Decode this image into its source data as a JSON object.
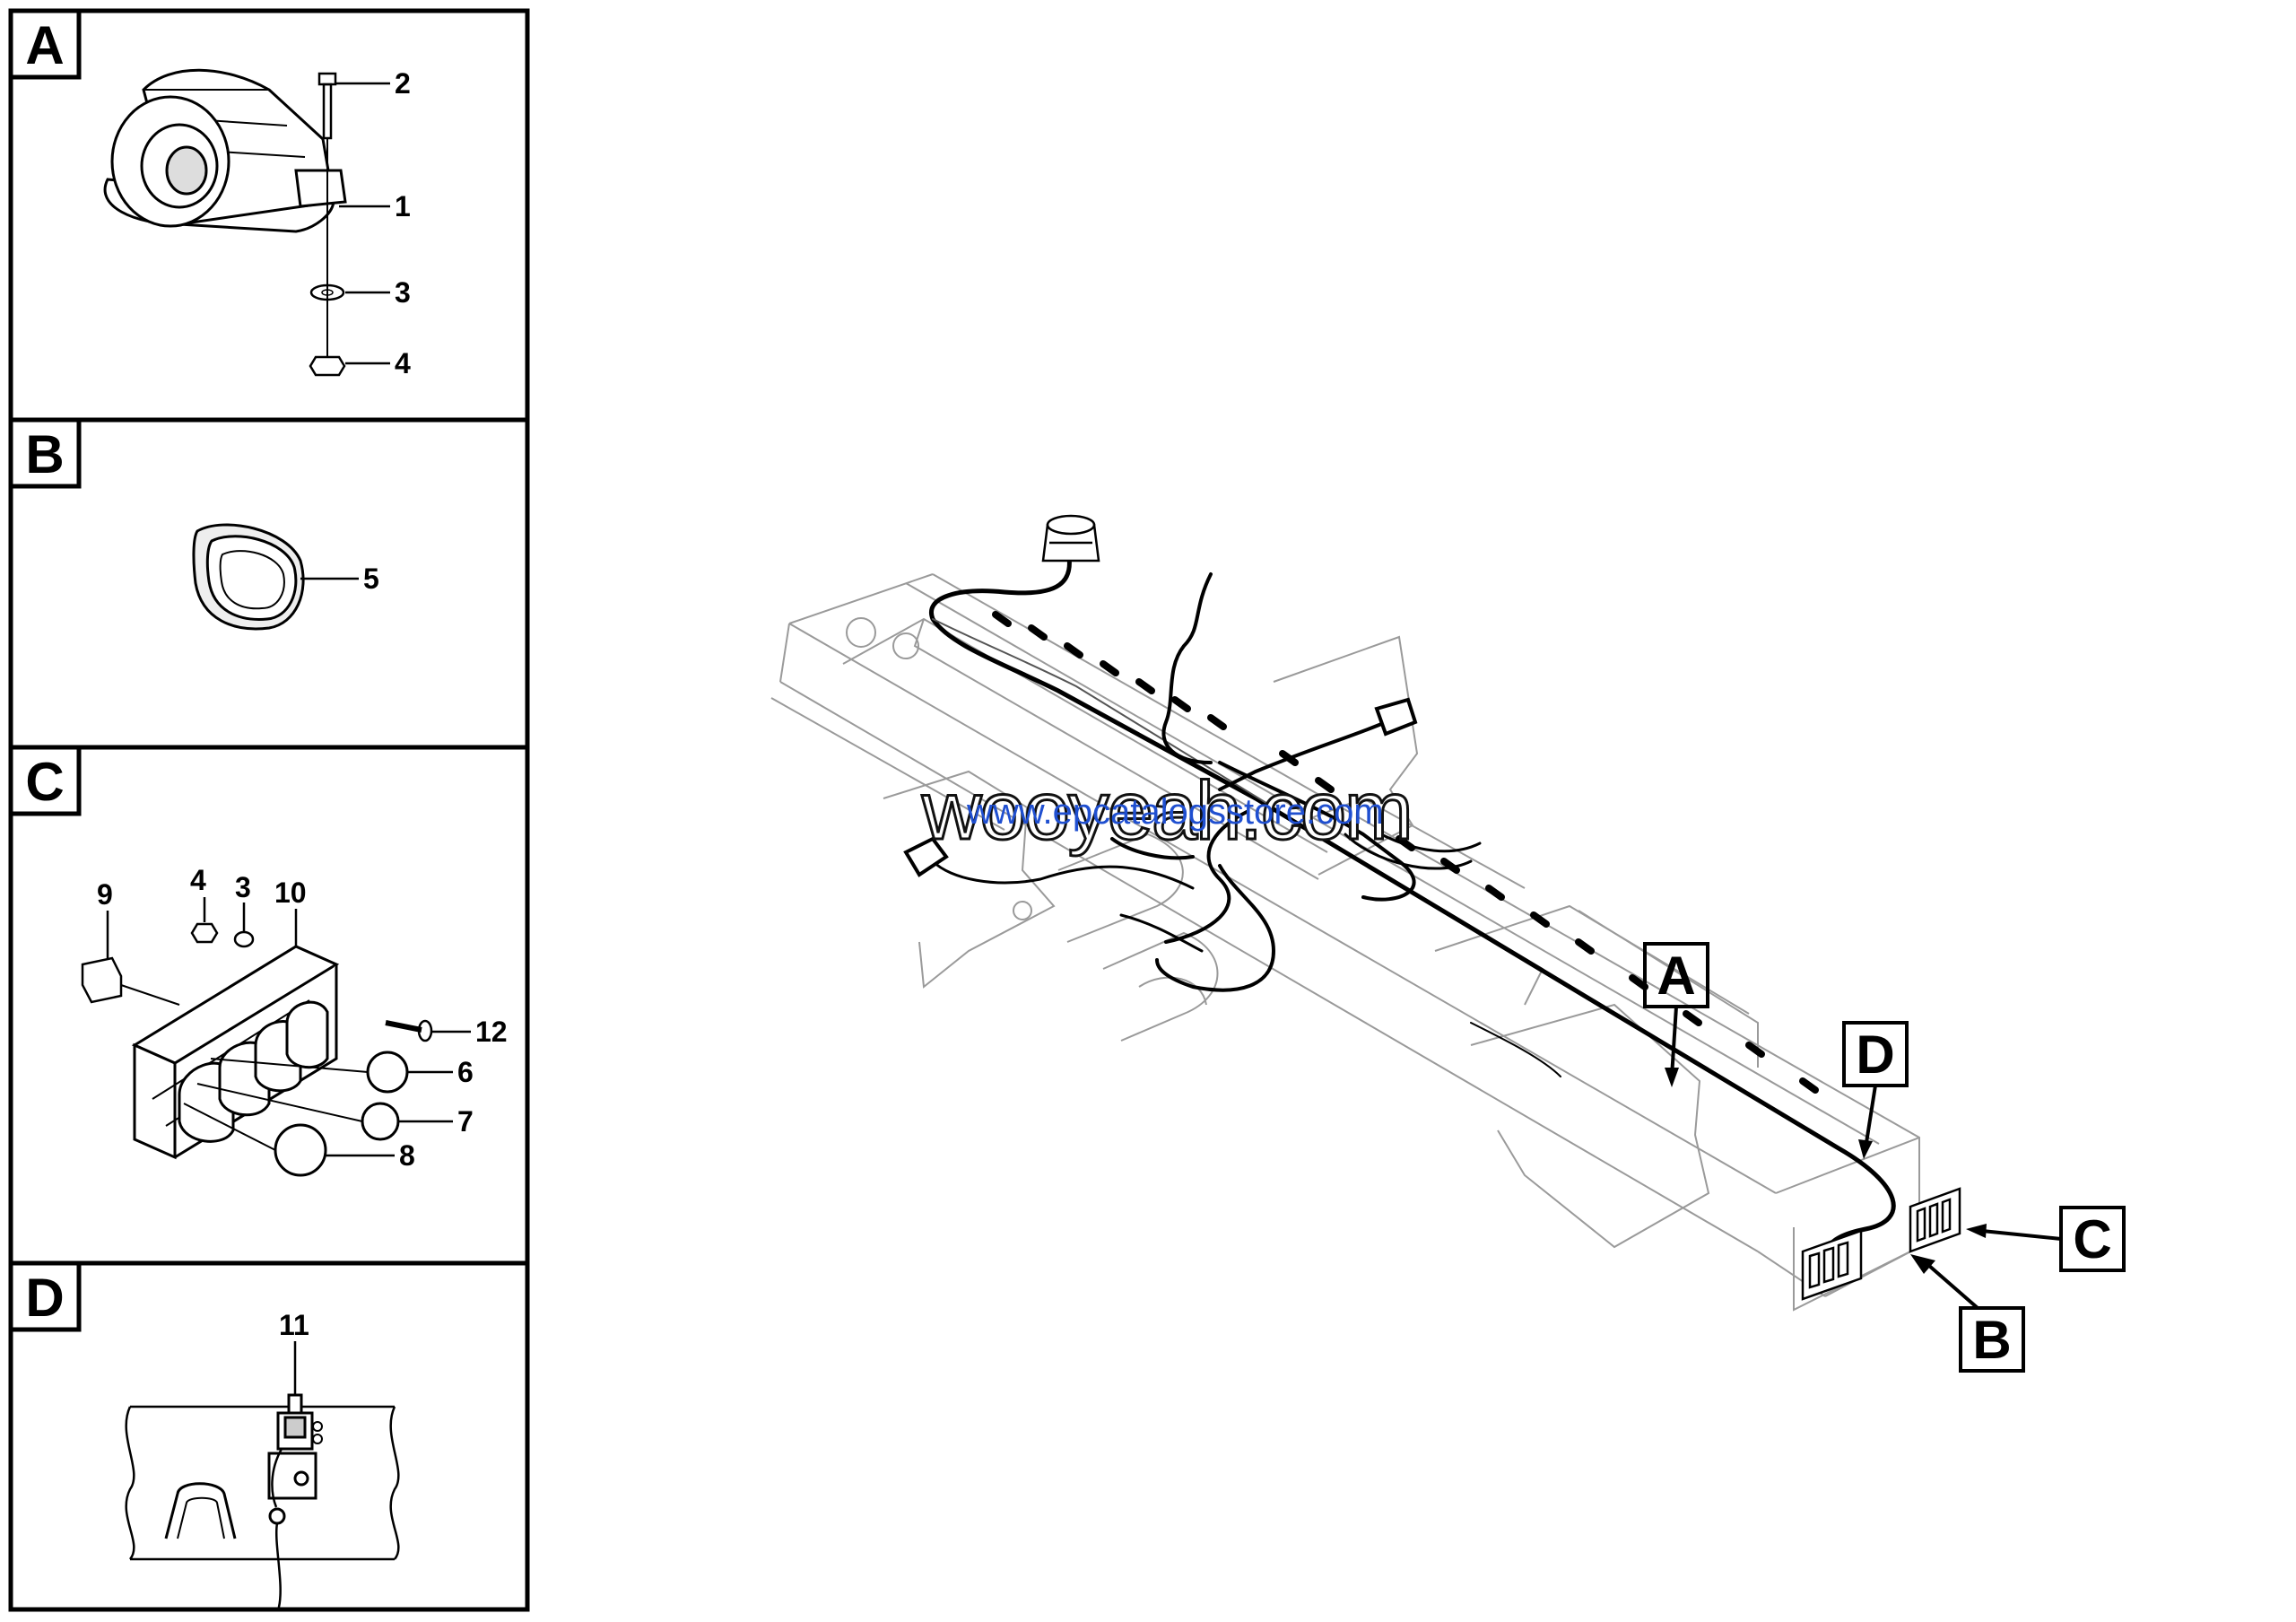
{
  "panels": {
    "a": {
      "letter": "A",
      "callouts": [
        "2",
        "1",
        "3",
        "4"
      ]
    },
    "b": {
      "letter": "B",
      "callouts": [
        "5"
      ]
    },
    "c": {
      "letter": "C",
      "callouts": [
        "4",
        "3",
        "10",
        "9",
        "12",
        "6",
        "7",
        "8"
      ]
    },
    "d": {
      "letter": "D",
      "callouts": [
        "11"
      ]
    }
  },
  "main": {
    "markers": {
      "a": "A",
      "d": "D",
      "c": "C",
      "b": "B"
    }
  },
  "watermark": {
    "primary": "wooyeah.com",
    "secondary": "www.epcatalogsstore.com"
  }
}
